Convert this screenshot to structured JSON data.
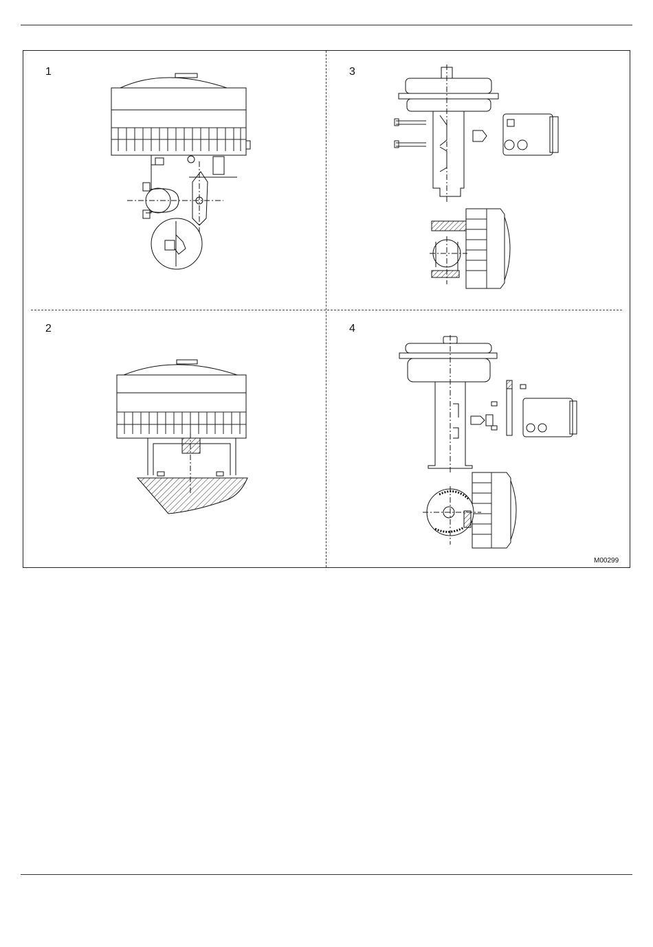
{
  "figure": {
    "panels": [
      {
        "number": "1"
      },
      {
        "number": "2"
      },
      {
        "number": "3"
      },
      {
        "number": "4"
      }
    ],
    "drawing_code": "M00299"
  }
}
